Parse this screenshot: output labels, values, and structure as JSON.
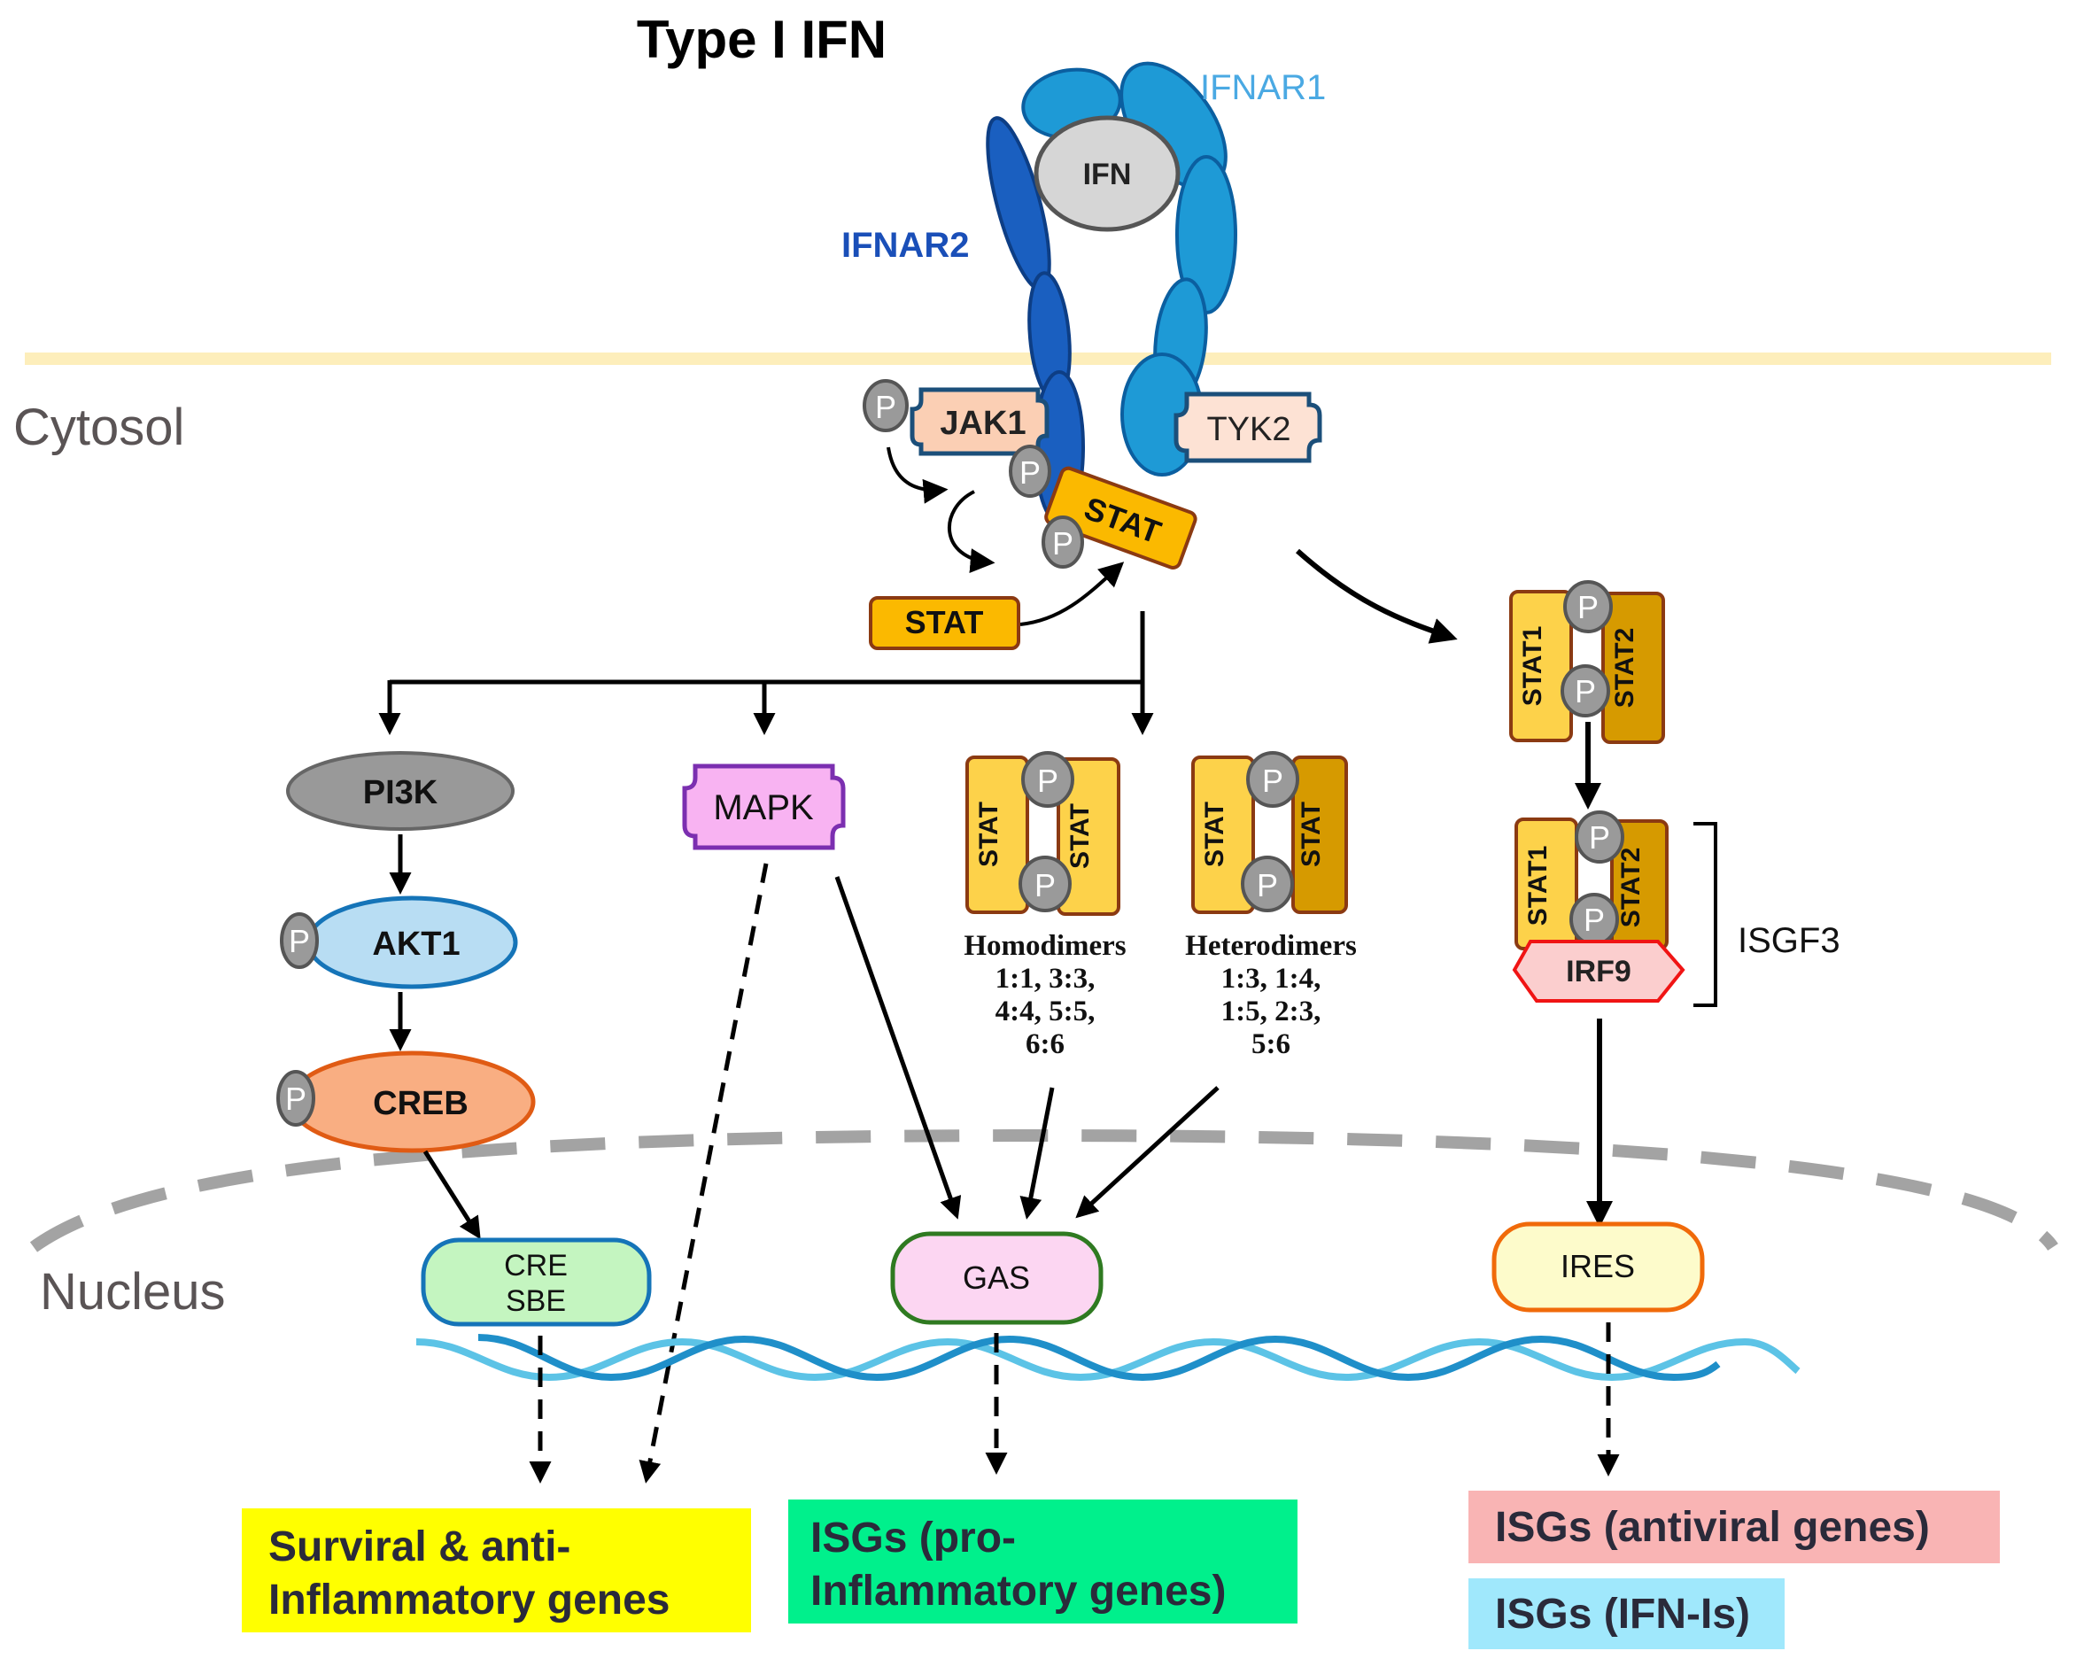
{
  "title": "Type I IFN",
  "compartments": {
    "cytosol": "Cytosol",
    "nucleus": "Nucleus"
  },
  "receptor": {
    "ligand": "IFN",
    "ifnar1": "IFNAR1",
    "ifnar2": "IFNAR2",
    "jak1": "JAK1",
    "tyk2": "TYK2",
    "phospho": "P"
  },
  "stat": {
    "bound": "STAT",
    "free": "STAT"
  },
  "pathways": {
    "pi3k": "PI3K",
    "akt1": "AKT1",
    "creb": "CREB",
    "mapk": "MAPK"
  },
  "dimers": {
    "homo": {
      "left": "STAT",
      "right": "STAT",
      "title": "Homodimers",
      "lines": [
        "1:1, 3:3,",
        "4:4, 5:5,",
        "6:6"
      ]
    },
    "hetero": {
      "left": "STAT",
      "right": "STAT",
      "title": "Heterodimers",
      "lines": [
        "1:3, 1:4,",
        "1:5, 2:3,",
        "5:6"
      ]
    }
  },
  "isgf3": {
    "stat1": "STAT1",
    "stat2": "STAT2",
    "irf9": "IRF9",
    "label": "ISGF3"
  },
  "elements": {
    "cre": "CRE",
    "sbe": "SBE",
    "gas": "GAS",
    "ires": "IRES"
  },
  "outputs": {
    "survival": {
      "line1": "Surviral & anti-",
      "line2": "Inflammatory genes",
      "color": "#ffff00"
    },
    "proinflammatory": {
      "line1": "ISGs (pro-",
      "line2": "Inflammatory genes)",
      "color": "#00f08c"
    },
    "antiviral": {
      "text": "ISGs (antiviral genes)",
      "color": "#f9b4b4"
    },
    "ifnls": {
      "text": "ISGs (IFN-Is)",
      "color": "#a0e8fc"
    }
  },
  "colors": {
    "ifnar1": "#1e9ad6",
    "ifnar2": "#1a5fc0",
    "membrane": "#fdeebb",
    "stat": "#fbb900",
    "stat_light": "#fdd24a",
    "stat_dark": "#d69a00",
    "phospho": "#9a9a9a"
  }
}
